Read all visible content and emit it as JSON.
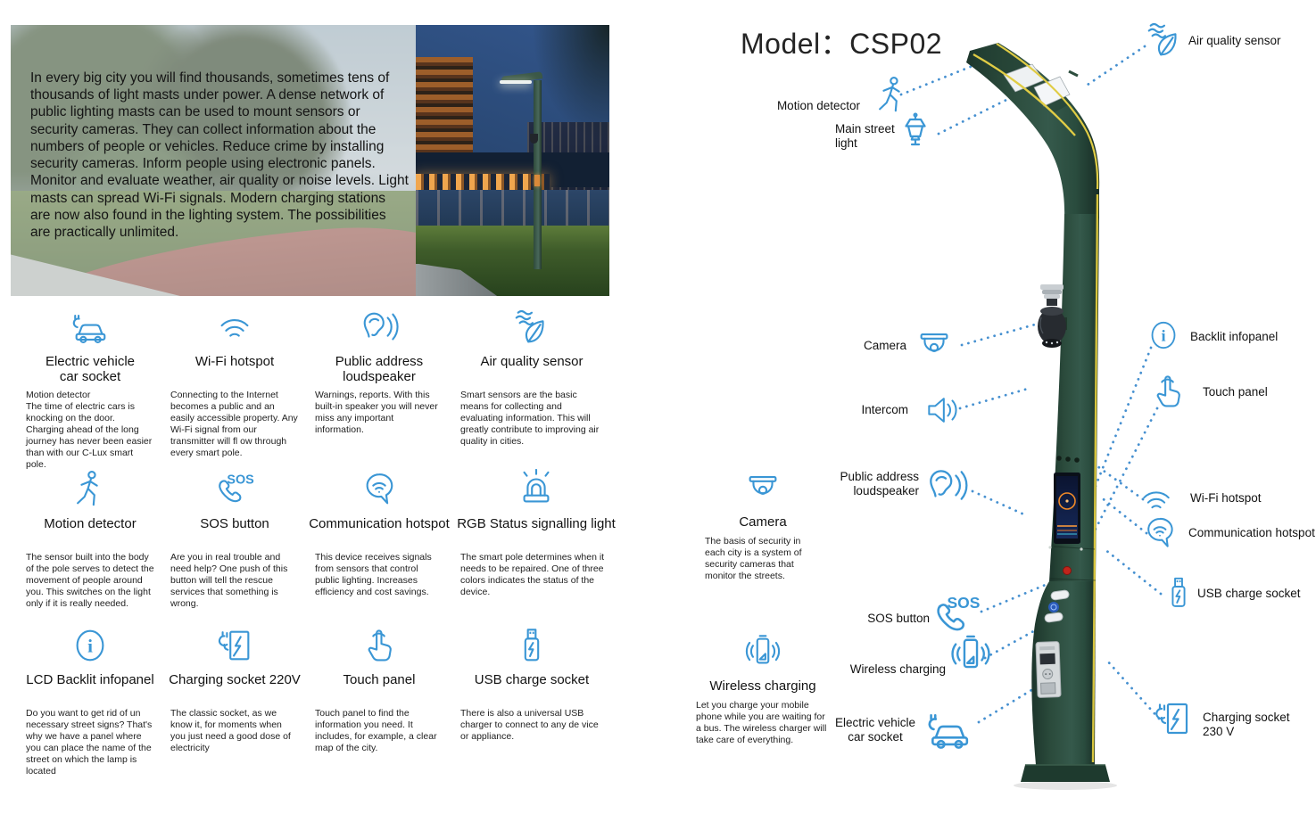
{
  "title": "Model：CSP02",
  "intro": {
    "text": "In every big city you will find thousands, sometimes tens of thousands of light masts under power. A dense network of public lighting masts can be used to mount sensors or security cameras. They can collect information about the numbers of people or vehicles. Reduce crime by installing security cameras. Inform people using electronic panels. Monitor and evaluate weather, air quality or noise levels. Light masts can spread Wi-Fi signals. Modern charging stations are now also found in the lighting system. The possibilities are practically unlimited."
  },
  "colors": {
    "accent_blue": "#3A96D5",
    "dot_blue": "#4690D0",
    "pole_green": "#2E4B3C",
    "stripe_yellow": "#DCC93F"
  },
  "features": {
    "items": [
      {
        "icon": "ev-car",
        "title": "Electric vehicle\ncar socket",
        "description": "Motion detector\nThe time of electric cars is knocking on the door. Charging ahead of the long journey has never been easier than with our C-Lux smart pole."
      },
      {
        "icon": "wifi",
        "title": "Wi-Fi hotspot",
        "description": "Connecting to the Internet becomes a public and an easily accessible property. Any Wi-Fi signal from our transmitter will fl ow through every smart pole."
      },
      {
        "icon": "ear-speaker",
        "title": "Public address\nloudspeaker",
        "description": "Warnings, reports. With this built-in speaker you will never miss any important information."
      },
      {
        "icon": "leaf-air",
        "title": "Air quality sensor",
        "description": "Smart sensors are the basic means for collecting and evaluating information. This will greatly contribute to improving air quality in cities."
      },
      {
        "icon": "walking-person",
        "title": "Motion detector",
        "description": "The sensor built into the body of the pole serves to detect the movement of people around you. This switches on the light only if it is really needed."
      },
      {
        "icon": "sos-phone",
        "title": "SOS button",
        "description": "Are you in real trouble and need help? One push of this button will tell the rescue services that something is wrong."
      },
      {
        "icon": "bubble-wifi",
        "title": "Communication hotspot",
        "description": "This device receives signals from sensors that control public lighting. Increases efficiency and cost savings."
      },
      {
        "icon": "beacon",
        "title": "RGB Status signalling light",
        "description": "The smart pole determines when it needs to be repaired. One of three colors indicates the status of the device."
      },
      {
        "icon": "info-circle",
        "title": "LCD Backlit infopanel",
        "description": "Do you want to get rid of un necessary street signs? That's why we have a panel where you can place the name of the street on which the lamp is located"
      },
      {
        "icon": "plug-socket",
        "title": "Charging socket 220V",
        "description": "The classic socket, as we know it, for moments when you just need a good dose of electricity"
      },
      {
        "icon": "touch-hand",
        "title": "Touch panel",
        "description": "Touch panel to find the information you need. It includes, for example, a clear map of the city."
      },
      {
        "icon": "usb-stick",
        "title": "USB charge socket",
        "description": "There is also a universal USB charger to connect to any de vice or appliance."
      }
    ]
  },
  "diagram": {
    "blocks": [
      {
        "icon": "dome-camera",
        "title": "Camera",
        "description": "The basis of security in each city is a system of security cameras that monitor the streets."
      },
      {
        "icon": "wireless-phone",
        "title": "Wireless charging",
        "description": "Let you charge your mobile phone while you are waiting for a bus. The wireless charger will take care of everything."
      }
    ],
    "callouts": [
      {
        "icon": "walking-person",
        "label": "Motion detector"
      },
      {
        "icon": "lantern",
        "label": "Main street\nlight"
      },
      {
        "icon": "dome-camera",
        "label": "Camera"
      },
      {
        "icon": "intercom-speaker",
        "label": "Intercom"
      },
      {
        "icon": "ear-speaker",
        "label": "Public address\nloudspeaker"
      },
      {
        "icon": "sos-phone",
        "label": "SOS button"
      },
      {
        "icon": "wireless-phone",
        "label": "Wireless charging"
      },
      {
        "icon": "ev-car",
        "label": "Electric vehicle\ncar socket"
      },
      {
        "icon": "leaf-air",
        "label": "Air quality sensor"
      },
      {
        "icon": "info-circle",
        "label": "Backlit infopanel"
      },
      {
        "icon": "touch-hand",
        "label": "Touch panel"
      },
      {
        "icon": "wifi",
        "label": "Wi-Fi hotspot"
      },
      {
        "icon": "bubble-wifi",
        "label": "Communication hotspot"
      },
      {
        "icon": "usb-stick",
        "label": "USB charge socket"
      },
      {
        "icon": "plug-socket",
        "label": "Charging socket\n230 V"
      }
    ]
  }
}
